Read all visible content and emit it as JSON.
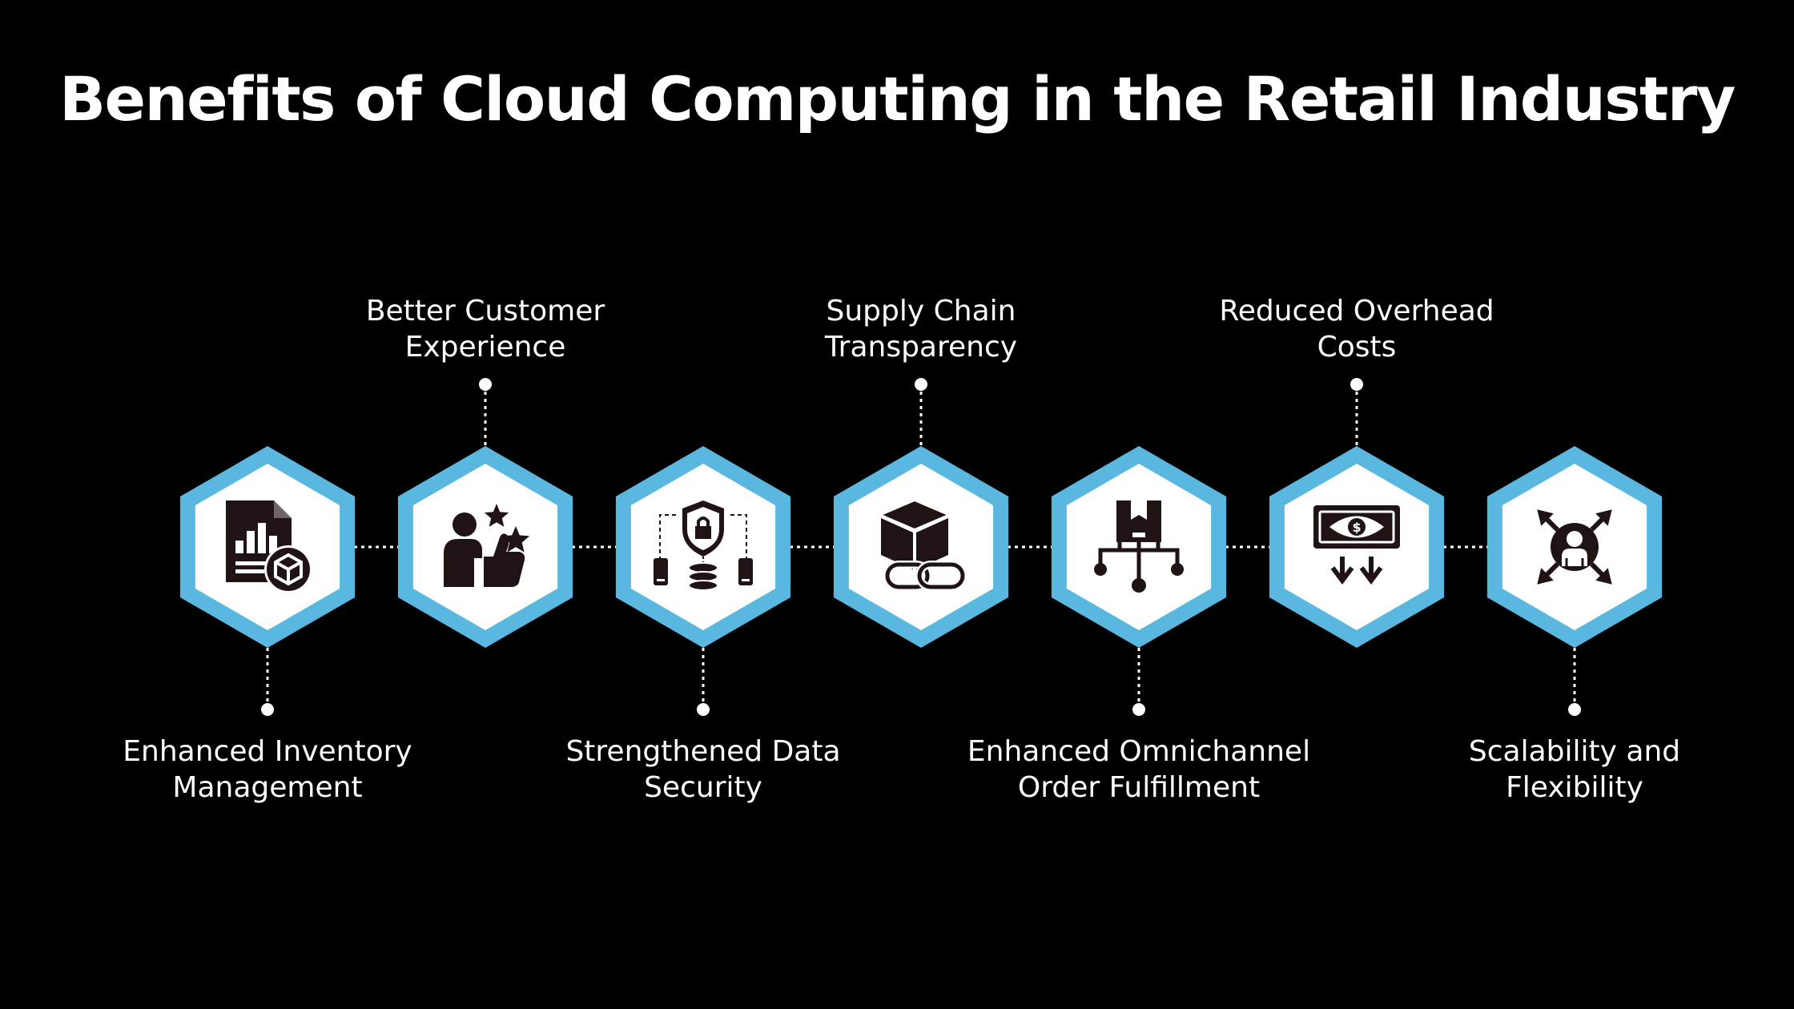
{
  "title": "Benefits of Cloud Computing in the Retail Industry",
  "colors": {
    "background": "#000000",
    "hex_border": "#5ab8e0",
    "hex_fill": "#ffffff",
    "icon": "#1f1413",
    "text": "#ffffff",
    "connector": "#ffffff"
  },
  "benefits": [
    {
      "icon": "inventory-chart-box-icon",
      "label_position": "bottom",
      "label_lines": [
        "Enhanced Inventory",
        "Management"
      ]
    },
    {
      "icon": "customer-thumbs-up-stars-icon",
      "label_position": "top",
      "label_lines": [
        "Better Customer",
        "Experience"
      ]
    },
    {
      "icon": "shield-lock-database-icon",
      "label_position": "bottom",
      "label_lines": [
        "Strengthened Data",
        "Security"
      ]
    },
    {
      "icon": "box-chain-link-icon",
      "label_position": "top",
      "label_lines": [
        "Supply Chain",
        "Transparency"
      ]
    },
    {
      "icon": "package-distribution-network-icon",
      "label_position": "bottom",
      "label_lines": [
        "Enhanced Omnichannel",
        "Order Fulfillment"
      ]
    },
    {
      "icon": "banknote-down-arrows-icon",
      "label_position": "top",
      "label_lines": [
        "Reduced Overhead",
        "Costs"
      ]
    },
    {
      "icon": "person-expand-arrows-icon",
      "label_position": "bottom",
      "label_lines": [
        "Scalability and",
        "Flexibility"
      ]
    }
  ]
}
